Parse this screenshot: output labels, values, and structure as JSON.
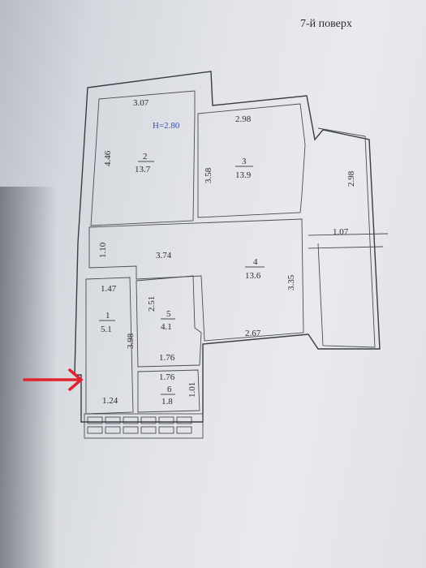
{
  "floor_label": "7-й поверх",
  "height_label": "H=2.80",
  "rooms": [
    {
      "number": "2",
      "area": "13.7"
    },
    {
      "number": "3",
      "area": "13.9"
    },
    {
      "number": "4",
      "area": "13.6"
    },
    {
      "number": "5",
      "area": "4.1"
    },
    {
      "number": "1",
      "area": "5.1"
    },
    {
      "number": "6",
      "area": "1.8"
    }
  ],
  "dimensions": {
    "d_3_07": "3.07",
    "d_4_46": "4.46",
    "d_2_98_top": "2.98",
    "d_3_58": "3.58",
    "d_2_98_side": "2.98",
    "d_1_07": "1.07",
    "d_1_10": "1.10",
    "d_3_74": "3.74",
    "d_3_35": "3.35",
    "d_1_47": "1.47",
    "d_2_51": "2.51",
    "d_3_98": "3.98",
    "d_2_67": "2.67",
    "d_1_76_a": "1.76",
    "d_1_76_b": "1.76",
    "d_1_01": "1.01",
    "d_1_24": "1.24"
  },
  "colors": {
    "arrow": "#e0232e",
    "height_label": "#3a4fa8"
  }
}
